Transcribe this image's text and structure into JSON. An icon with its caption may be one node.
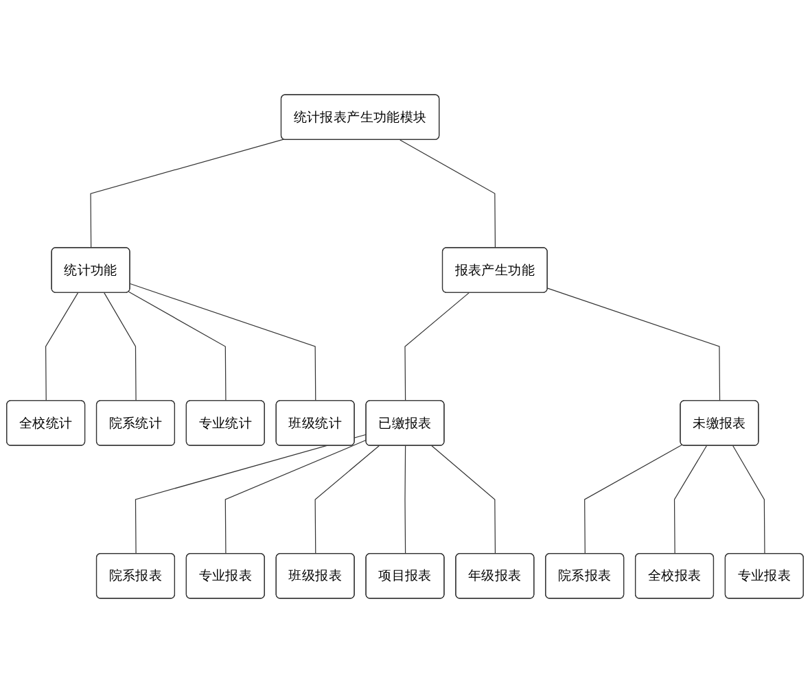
{
  "diagram": {
    "nodes": [
      {
        "text": [
          "统计报表产生功能模块"
        ]
      },
      {
        "text": [
          "统计功能"
        ]
      },
      {
        "text": [
          "报表产生功能"
        ]
      },
      {
        "text": [
          "全校统计"
        ]
      },
      {
        "text": [
          "院系统计"
        ]
      },
      {
        "text": [
          "专业统计"
        ]
      },
      {
        "text": [
          "班级统计"
        ]
      },
      {
        "text": [
          "已缴报表"
        ]
      },
      {
        "text": [
          "未缴报表"
        ]
      },
      {
        "text": [
          "院系报表"
        ]
      },
      {
        "text": [
          "专业报表"
        ]
      },
      {
        "text": [
          "班级报表"
        ]
      },
      {
        "text": [
          "项目报表"
        ]
      },
      {
        "text": [
          "年级报表"
        ]
      },
      {
        "text": [
          "院系报表"
        ]
      },
      {
        "text": [
          "全校报表"
        ]
      },
      {
        "text": [
          "专业报表"
        ]
      }
    ],
    "edges": [
      {
        "from": 0,
        "to": 1,
        "arrow": "none"
      },
      {
        "from": 0,
        "to": 2,
        "arrow": "none"
      },
      {
        "from": 1,
        "to": 3,
        "arrow": "none"
      },
      {
        "from": 1,
        "to": 4,
        "arrow": "none"
      },
      {
        "from": 1,
        "to": 5,
        "arrow": "none"
      },
      {
        "from": 1,
        "to": 6,
        "arrow": "none"
      },
      {
        "from": 2,
        "to": 7,
        "arrow": "none"
      },
      {
        "from": 2,
        "to": 8,
        "arrow": "none"
      },
      {
        "from": 7,
        "to": 9,
        "arrow": "none"
      },
      {
        "from": 7,
        "to": 10,
        "arrow": "none"
      },
      {
        "from": 7,
        "to": 11,
        "arrow": "none"
      },
      {
        "from": 7,
        "to": 12,
        "arrow": "none"
      },
      {
        "from": 7,
        "to": 13,
        "arrow": "none"
      },
      {
        "from": 8,
        "to": 14,
        "arrow": "none"
      },
      {
        "from": 8,
        "to": 15,
        "arrow": "none"
      },
      {
        "from": 8,
        "to": 16,
        "arrow": "none"
      }
    ]
  }
}
